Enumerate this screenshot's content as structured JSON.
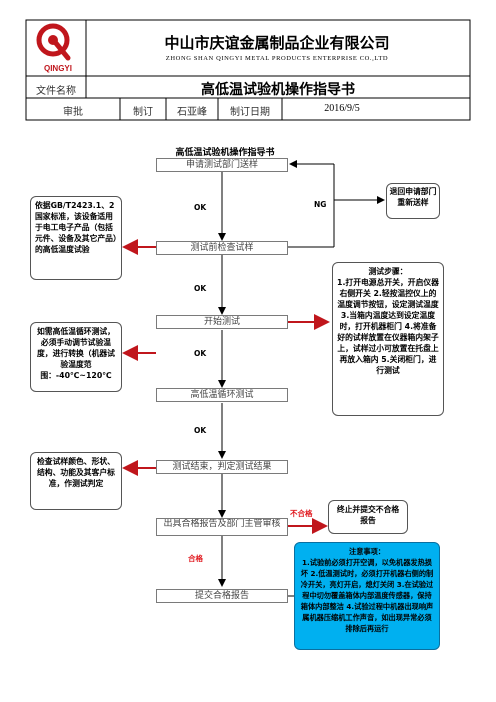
{
  "header": {
    "company_cn": "中山市庆谊金属制品企业有限公司",
    "company_en": "ZHONG SHAN QINGYI METAL PRODUCTS ENTERPRISE CO.,LTD",
    "logo_text": "QINGYI",
    "file_name_label": "文件名称",
    "doc_title": "高低温试验机操作指导书",
    "approve_label": "审批",
    "author_label": "制订",
    "author_name": "石亚峰",
    "date_label": "制订日期",
    "date_value": "2016/9/5"
  },
  "flow": {
    "title": "高低温试验机操作指导书",
    "steps": [
      "申请测试部门送样",
      "测试前检查试样",
      "开始测试",
      "高低温循环测试",
      "测试结束，判定测试结果",
      "出具合格报告及部门主管审核",
      "提交合格报告"
    ],
    "labels": {
      "ok": "OK",
      "ng": "NG",
      "fail": "不合格",
      "pass": "合格"
    },
    "side_notes": {
      "basis": "依据GB/T2423.1、2国家标准，该设备适用于电工电子产品（包括元件、设备及其它产品）的高低温度试验",
      "return": "退回申请部门重新送样",
      "cycle": "如需高低温循环测试，必须手动调节试验温度，进行转换（机器试验温度范围：-40℃~120℃",
      "judge": "检查试样颜色、形状、结构、功能及其客户标准，作测试判定",
      "stop": "终止并提交不合格报告",
      "steps_title": "测试步骤：",
      "steps_body": "1.打开电源总开关，开启仪器右侧开关 2.轻按温控仪上的温度调节按钮，设定测试温度 3.当箱内温度达到设定温度时，打开机器柜门 4.将准备好的试样放置在仪器箱内架子上，试样过小可放置在托盘上再放入箱内 5.关闭柜门，进行测试",
      "notice_title": "注意事项：",
      "notice_body": "1.试验前必须打开空调，以免机器发热损坏 2.低温测试时，必须打开机器右侧的制冷开关，亮灯开启，熄灯关闭 3.在试验过程中切勿覆盖箱体内部温度传感器，保持箱体内部整洁 4.试验过程中机器出现响声属机器压缩机工作声音，如出现异常必须排除后再运行"
    }
  }
}
